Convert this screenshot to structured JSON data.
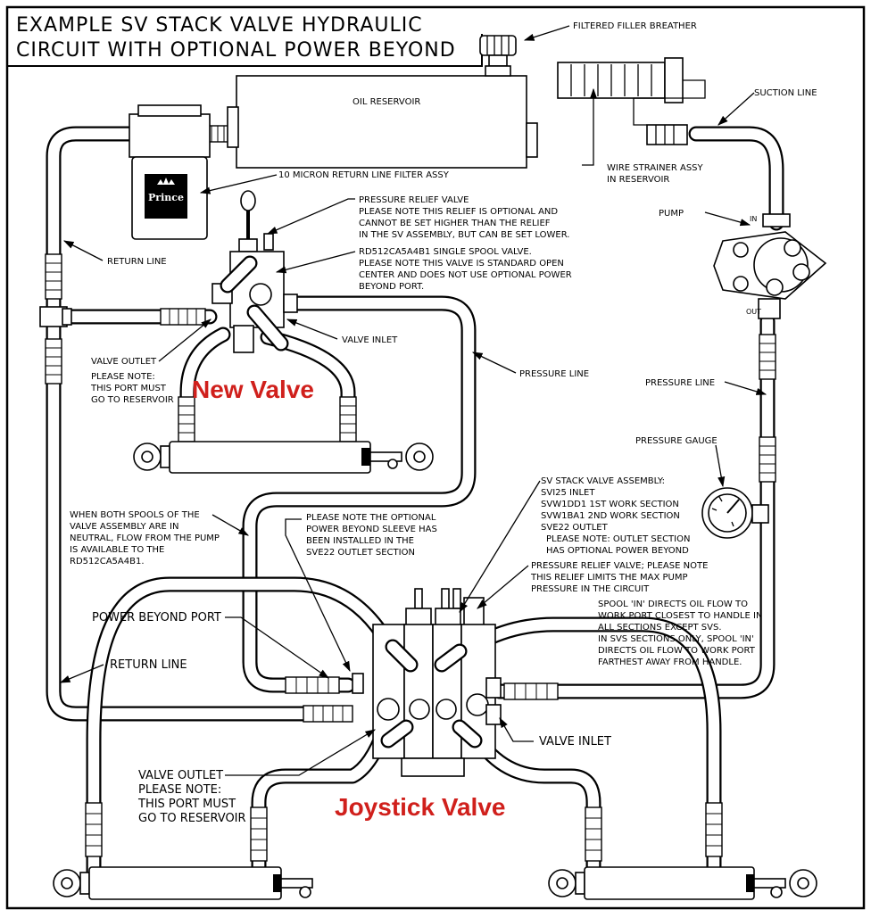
{
  "title": {
    "line1": "EXAMPLE SV STACK VALVE HYDRAULIC",
    "line2": "CIRCUIT WITH OPTIONAL POWER BEYOND"
  },
  "callouts": {
    "new_valve": "New Valve",
    "joystick_valve": "Joystick Valve"
  },
  "reservoir": {
    "label": "OIL RESERVOIR",
    "logo": "Prince"
  },
  "labels": {
    "filler_breather": "FILTERED FILLER BREATHER",
    "suction_line": "SUCTION LINE",
    "wire_strainer": [
      "WIRE STRAINER ASSY",
      "IN RESERVOIR"
    ],
    "return_filter": "10 MICRON RETURN LINE FILTER ASSY",
    "pressure_relief_top": [
      "PRESSURE RELIEF VALVE",
      "PLEASE NOTE THIS RELIEF IS OPTIONAL AND",
      "CANNOT BE SET HIGHER THAN THE RELIEF",
      "IN THE SV ASSEMBLY, BUT CAN BE SET LOWER."
    ],
    "single_spool": [
      "RD512CA5A4B1 SINGLE SPOOL VALVE.",
      "PLEASE NOTE THIS VALVE IS STANDARD OPEN",
      "CENTER AND DOES NOT USE OPTIONAL POWER",
      "BEYOND PORT."
    ],
    "pump": "PUMP",
    "pump_in": "IN",
    "pump_out": "OUT",
    "return_line_top": "RETURN LINE",
    "valve_inlet_top": "VALVE INLET",
    "valve_outlet_top": [
      "VALVE OUTLET",
      "PLEASE NOTE:",
      "THIS PORT MUST",
      "GO TO RESERVOIR"
    ],
    "pressure_line_mid": "PRESSURE LINE",
    "pressure_line_right": "PRESSURE LINE",
    "pressure_gauge": "PRESSURE GAUGE",
    "sv_stack": [
      "SV STACK VALVE ASSEMBLY:",
      "SVI25 INLET",
      "SVW1DD1 1ST WORK SECTION",
      "SVW1BA1 2ND WORK SECTION",
      "SVE22 OUTLET",
      "PLEASE NOTE: OUTLET SECTION",
      "HAS OPTIONAL POWER BEYOND"
    ],
    "both_spools": [
      "WHEN BOTH SPOOLS OF THE",
      "VALVE ASSEMBLY ARE IN",
      "NEUTRAL, FLOW FROM THE PUMP",
      "IS AVAILABLE TO THE",
      "RD512CA5A4B1."
    ],
    "power_beyond_note": [
      "PLEASE NOTE THE OPTIONAL",
      "POWER BEYOND SLEEVE HAS",
      "BEEN INSTALLED IN THE",
      "SVE22 OUTLET SECTION"
    ],
    "pressure_relief_bottom": [
      "PRESSURE RELIEF VALVE; PLEASE NOTE",
      "THIS RELIEF LIMITS THE MAX PUMP",
      "PRESSURE IN THE CIRCUIT"
    ],
    "spool_in": [
      "SPOOL 'IN' DIRECTS OIL FLOW TO",
      "WORK PORT CLOSEST TO HANDLE IN",
      "ALL SECTIONS EXCEPT SVS.",
      "IN SVS SECTIONS ONLY, SPOOL 'IN'",
      "DIRECTS OIL FLOW TO WORK PORT",
      "FARTHEST AWAY FROM HANDLE."
    ],
    "power_beyond_port": "POWER BEYOND PORT",
    "return_line_bottom": "RETURN LINE",
    "valve_inlet_bottom": "VALVE INLET",
    "valve_outlet_bottom": [
      "VALVE OUTLET",
      "PLEASE NOTE:",
      "THIS PORT MUST",
      "GO TO RESERVOIR"
    ]
  }
}
